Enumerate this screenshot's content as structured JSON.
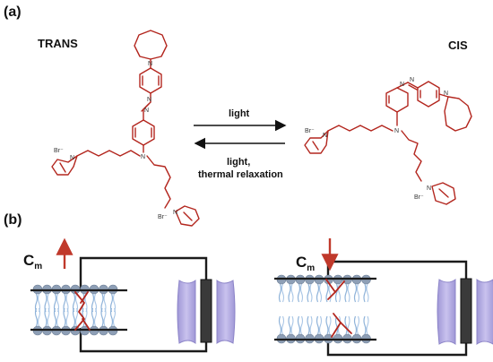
{
  "panels": {
    "a": "(a)",
    "b": "(b)"
  },
  "isomers": {
    "trans": "TRANS",
    "cis": "CIS"
  },
  "arrows": {
    "forward": "light",
    "backward_line1": "light,",
    "backward_line2": "thermal relaxation"
  },
  "atoms": {
    "nitrogen": "N",
    "bromide": "Br⁻"
  },
  "capacitance": {
    "symbol": "C",
    "subscript": "m"
  },
  "colors": {
    "molecule": "#b3261e",
    "lipid_head": "#8e9fb6",
    "lipid_tail": "#8fb3d9",
    "channel": "#b7b0e0",
    "wire": "#1b1b1b",
    "arrow_up": "#c0392b"
  }
}
